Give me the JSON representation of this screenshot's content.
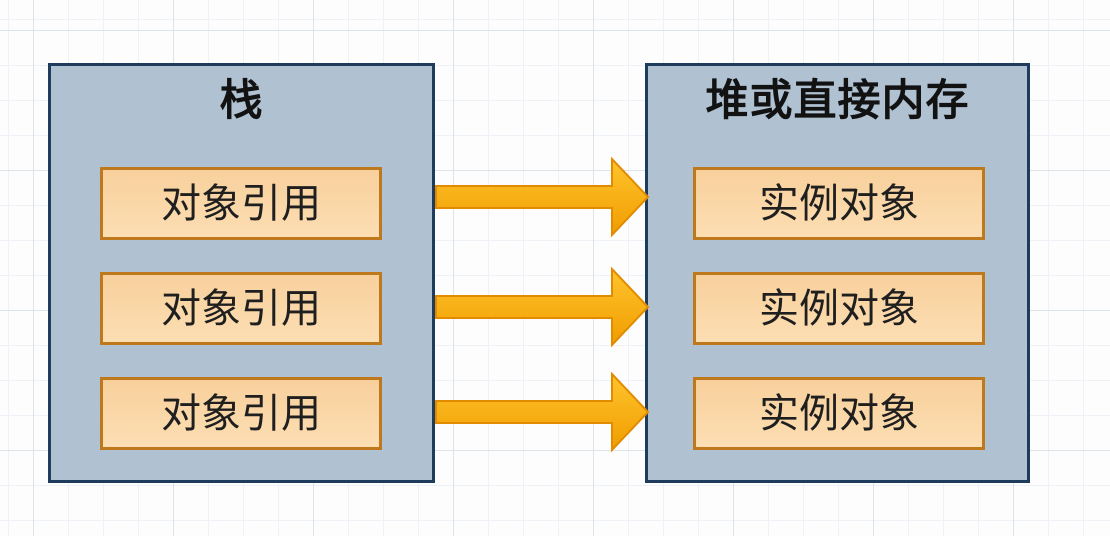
{
  "diagram": {
    "left_box": {
      "title": "栈",
      "items": [
        "对象引用",
        "对象引用",
        "对象引用"
      ]
    },
    "right_box": {
      "title": "堆或直接内存",
      "items": [
        "实例对象",
        "实例对象",
        "实例对象"
      ]
    },
    "arrows": {
      "count": 3,
      "direction": "right",
      "meaning": "对象引用 指向 实例对象"
    },
    "colors": {
      "group_fill": "#b0c1d2",
      "group_border": "#203c5c",
      "item_fill": "#fad8a6",
      "item_border": "#c0781c",
      "arrow_fill_top": "#ffc42d",
      "arrow_fill_bottom": "#f09d00",
      "arrow_outline": "#e18c00",
      "text": "#1f1f1f",
      "grid_minor": "#eef1f6",
      "grid_major": "#dde3eb"
    }
  }
}
